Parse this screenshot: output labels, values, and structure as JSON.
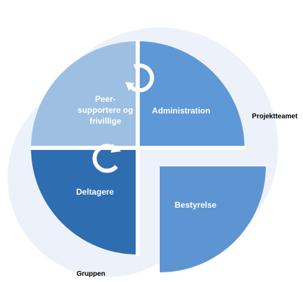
{
  "diagram": {
    "colors": {
      "background_circle": "#edf2fa",
      "peer_segment": "#9dc0e2",
      "administration_segment": "#5e98d6",
      "deltagere_segment": "#2f6db1",
      "bestyrelse_segment": "#5d95d3",
      "cycle_arrow": "#ffffff",
      "divider": "#ffffff"
    },
    "labels": {
      "peer_line1": "Peer-",
      "peer_line2": "supportere og",
      "peer_line3": "frivillige",
      "administration": "Administration",
      "deltagere": "Deltagere",
      "bestyrelse": "Bestyrelse",
      "projektteamet": "Projektteamet",
      "gruppen": "Gruppen"
    },
    "icons": [
      "cycle-arrow-icon",
      "cycle-arrow-icon"
    ]
  }
}
